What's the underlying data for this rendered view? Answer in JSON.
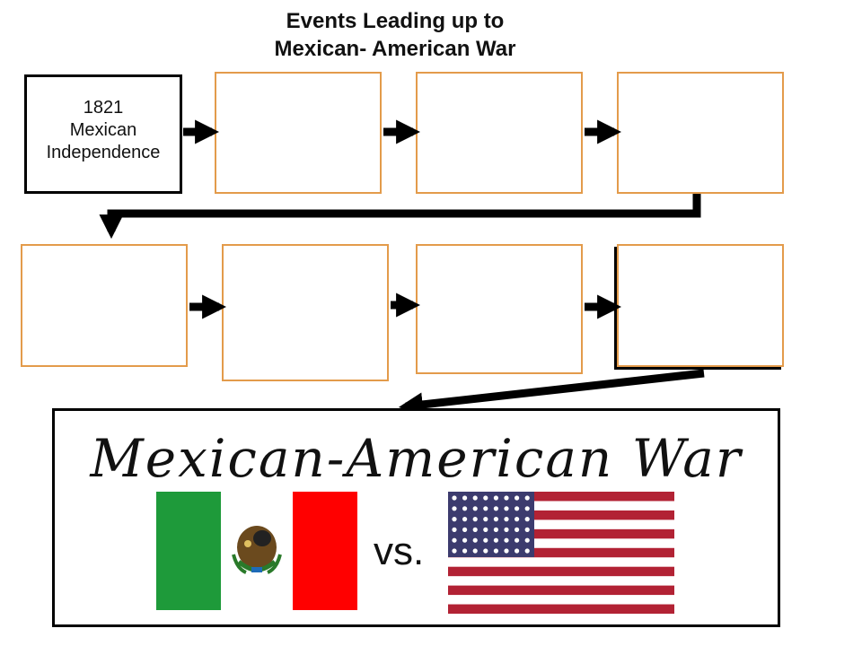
{
  "title": {
    "line1": "Events Leading up to",
    "line2": "Mexican- American War"
  },
  "first_event": {
    "year": "1821",
    "line2": "Mexican",
    "line3": "Independence"
  },
  "blank_event_count": 7,
  "banner": {
    "title": "Mexican-American War",
    "vs_text": "vs."
  },
  "colors": {
    "box_border": "#e39b4b",
    "arrow": "#000000",
    "mexico_green": "#1e9a3a",
    "mexico_red": "#ff0000",
    "us_red": "#b22234",
    "us_blue": "#3c3b6e"
  }
}
